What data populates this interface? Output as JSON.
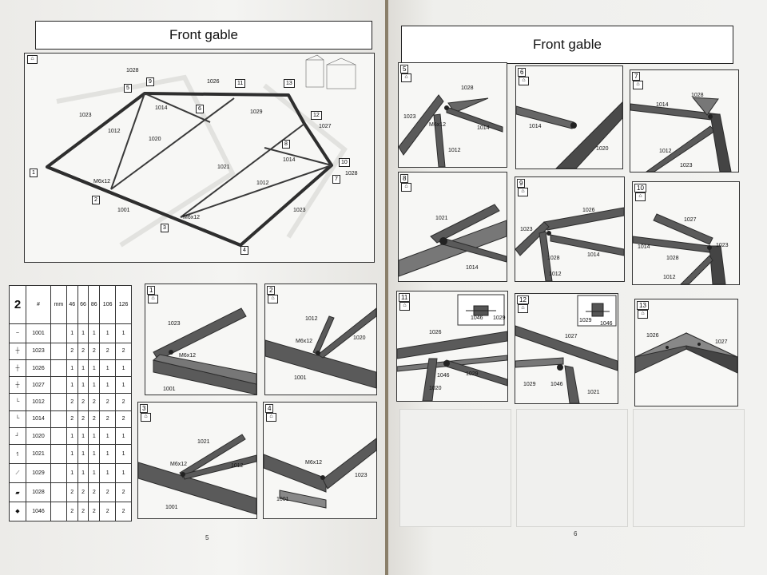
{
  "pages": [
    {
      "title": "Front gable",
      "page_number": "5"
    },
    {
      "title": "Front gable",
      "page_number": "6"
    }
  ],
  "overview": {
    "parts": [
      "1028",
      "1026",
      "1014",
      "1023",
      "1012",
      "1020",
      "1029",
      "1027",
      "1021",
      "1014",
      "1012",
      "1023",
      "1001",
      "1028",
      "M6x12",
      "M6x12"
    ],
    "markers": [
      "5",
      "9",
      "11",
      "13",
      "6",
      "12",
      "8",
      "10",
      "7",
      "1",
      "2",
      "3",
      "4"
    ]
  },
  "parts_table": {
    "section": "2",
    "headers": [
      "#",
      "mm",
      "46",
      "66",
      "86",
      "106",
      "126"
    ],
    "rows": [
      {
        "id": "1001",
        "q": [
          "",
          "1",
          "1",
          "1",
          "1",
          "1"
        ]
      },
      {
        "id": "1023",
        "q": [
          "",
          "2",
          "2",
          "2",
          "2",
          "2"
        ]
      },
      {
        "id": "1026",
        "q": [
          "",
          "1",
          "1",
          "1",
          "1",
          "1"
        ]
      },
      {
        "id": "1027",
        "q": [
          "",
          "1",
          "1",
          "1",
          "1",
          "1"
        ]
      },
      {
        "id": "1012",
        "q": [
          "",
          "2",
          "2",
          "2",
          "2",
          "2"
        ]
      },
      {
        "id": "1014",
        "q": [
          "",
          "2",
          "2",
          "2",
          "2",
          "2"
        ]
      },
      {
        "id": "1020",
        "q": [
          "",
          "1",
          "1",
          "1",
          "1",
          "1"
        ]
      },
      {
        "id": "1021",
        "q": [
          "",
          "1",
          "1",
          "1",
          "1",
          "1"
        ]
      },
      {
        "id": "1029",
        "q": [
          "",
          "1",
          "1",
          "1",
          "1",
          "1"
        ]
      },
      {
        "id": "1028",
        "q": [
          "",
          "2",
          "2",
          "2",
          "2",
          "2"
        ]
      },
      {
        "id": "1046",
        "q": [
          "",
          "2",
          "2",
          "2",
          "2",
          "2"
        ]
      }
    ]
  },
  "steps": {
    "s1": {
      "n": "1",
      "labels": [
        "1023",
        "M6x12",
        "1001"
      ]
    },
    "s2": {
      "n": "2",
      "labels": [
        "1012",
        "1020",
        "M6x12",
        "1001"
      ]
    },
    "s3": {
      "n": "3",
      "labels": [
        "1021",
        "M6x12",
        "1012",
        "1001"
      ]
    },
    "s4": {
      "n": "4",
      "labels": [
        "M6x12",
        "1023",
        "1001"
      ]
    },
    "s5": {
      "n": "5",
      "labels": [
        "1028",
        "1023",
        "M6x12",
        "1014",
        "1012"
      ]
    },
    "s6": {
      "n": "6",
      "labels": [
        "1014",
        "1020"
      ]
    },
    "s7": {
      "n": "7",
      "labels": [
        "1014",
        "1028",
        "1012",
        "1023"
      ]
    },
    "s8": {
      "n": "8",
      "labels": [
        "1021",
        "1014"
      ]
    },
    "s9": {
      "n": "9",
      "labels": [
        "1026",
        "1023",
        "1028",
        "1014",
        "1012"
      ]
    },
    "s10": {
      "n": "10",
      "labels": [
        "1027",
        "1014",
        "1028",
        "1023",
        "1012"
      ]
    },
    "s11": {
      "n": "11",
      "labels": [
        "1046",
        "1029",
        "1026",
        "1046",
        "1029",
        "1020"
      ]
    },
    "s12": {
      "n": "12",
      "labels": [
        "1029",
        "1046",
        "1027",
        "1029",
        "1046",
        "1021"
      ]
    },
    "s13": {
      "n": "13",
      "labels": [
        "1026",
        "1027"
      ]
    }
  }
}
